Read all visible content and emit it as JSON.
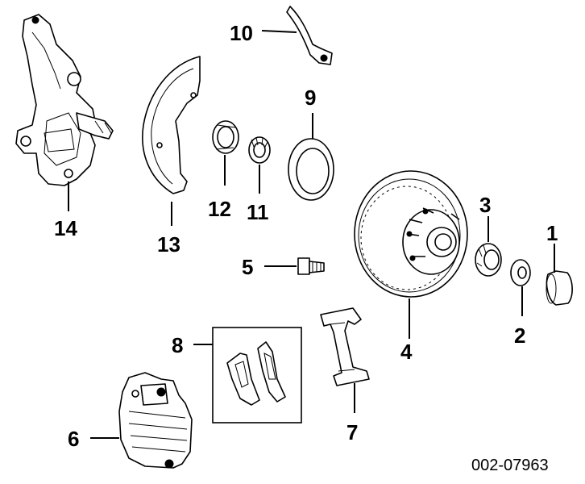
{
  "callouts": {
    "c1": "1",
    "c2": "2",
    "c3": "3",
    "c4": "4",
    "c5": "5",
    "c6": "6",
    "c7": "7",
    "c8": "8",
    "c9": "9",
    "c10": "10",
    "c11": "11",
    "c12": "12",
    "c13": "13",
    "c14": "14"
  },
  "figure_code": "002-07963"
}
